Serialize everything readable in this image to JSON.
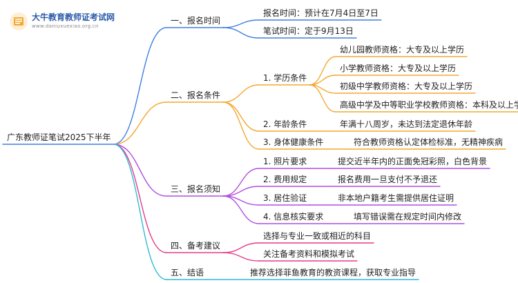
{
  "logo": {
    "title": "大牛教育教师证考试网",
    "subtitle": "www.daniuxuexiao.org.cn",
    "icon": "book-icon"
  },
  "root": "广东教师证笔试2025下半年",
  "colors": {
    "blue": "#3f7fe0",
    "orange": "#f4a82f",
    "purple": "#b14de0",
    "magenta": "#e6388a",
    "cyan": "#2fb8d8"
  },
  "sections": [
    {
      "label": "一、报名时间",
      "items": [
        {
          "label": "报名时间：预计在7月4日至7日"
        },
        {
          "label": "笔试时间：定于9月13日"
        }
      ]
    },
    {
      "label": "二、报名条件",
      "items": [
        {
          "label": "1. 学历条件",
          "children": [
            "幼儿园教师资格：大专及以上学历",
            "小学教师资格：大专及以上学历",
            "初级中学教师资格：大专及以上学历",
            "高级中学及中等职业学校教师资格：本科及以上学历"
          ]
        },
        {
          "label": "2. 年龄条件",
          "children": [
            "年满十八周岁，未达到法定退休年龄"
          ]
        },
        {
          "label": "3. 身体健康条件",
          "children": [
            "符合教师资格认定体检标准，无精神疾病"
          ]
        }
      ]
    },
    {
      "label": "三、报名须知",
      "items": [
        {
          "label": "1. 照片要求",
          "children": [
            "提交近半年内的正面免冠彩照，白色背景"
          ]
        },
        {
          "label": "2. 费用规定",
          "children": [
            "报名费用一旦支付不予退还"
          ]
        },
        {
          "label": "3. 居住验证",
          "children": [
            "非本地户籍考生需提供居住证明"
          ]
        },
        {
          "label": "4. 信息核实要求",
          "children": [
            "填写错误需在规定时间内修改"
          ]
        }
      ]
    },
    {
      "label": "四、备考建议",
      "items": [
        {
          "label": "选择与专业一致或相近的科目"
        },
        {
          "label": "关注备考资料和模拟考试"
        }
      ]
    },
    {
      "label": "五、结语",
      "items": [
        {
          "label": "推荐选择菲鱼教育的教资课程，获取专业指导"
        }
      ]
    }
  ]
}
